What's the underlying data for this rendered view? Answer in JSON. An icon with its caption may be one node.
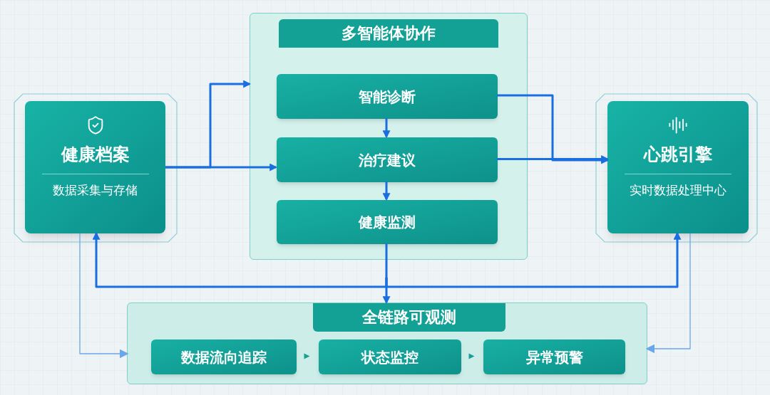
{
  "diagram": {
    "nodes": [
      {
        "text": [
          "健康档案",
          "数据采集与存储"
        ]
      },
      {
        "text": [
          "多智能体协作"
        ]
      },
      {
        "text": [
          "智能诊断"
        ],
        "in": 1
      },
      {
        "text": [
          "治疗建议"
        ],
        "in": 1
      },
      {
        "text": [
          "健康监测"
        ],
        "in": 1
      },
      {
        "text": [
          "心跳引擎",
          "实时数据处理中心"
        ]
      },
      {
        "text": [
          "全链路可观测"
        ]
      },
      {
        "text": [
          "数据流向追踪"
        ],
        "in": 6
      },
      {
        "text": [
          "状态监控"
        ],
        "in": 6
      },
      {
        "text": [
          "异常预警"
        ],
        "in": 6
      }
    ],
    "edges": [
      {
        "from": 0,
        "to": 1,
        "arrow": "to"
      },
      {
        "from": 0,
        "to": 3,
        "arrow": "to"
      },
      {
        "from": 2,
        "to": 3,
        "arrow": "to"
      },
      {
        "from": 3,
        "to": 4,
        "arrow": "to"
      },
      {
        "from": 2,
        "to": 5,
        "arrow": "to"
      },
      {
        "from": 3,
        "to": 5,
        "arrow": "to"
      },
      {
        "from": 4,
        "to": 6,
        "arrow": "to"
      },
      {
        "from": 4,
        "to": 0,
        "arrow": "to"
      },
      {
        "from": 4,
        "to": 5,
        "arrow": "to"
      },
      {
        "from": 0,
        "to": 6,
        "arrow": "to",
        "color": "#6aa6ea"
      },
      {
        "from": 5,
        "to": 6,
        "arrow": "to",
        "color": "#6aa6ea"
      },
      {
        "from": 7,
        "to": 8,
        "arrow": "to",
        "color": "#1a9e96"
      },
      {
        "from": 8,
        "to": 9,
        "arrow": "to",
        "color": "#1a9e96"
      }
    ]
  }
}
